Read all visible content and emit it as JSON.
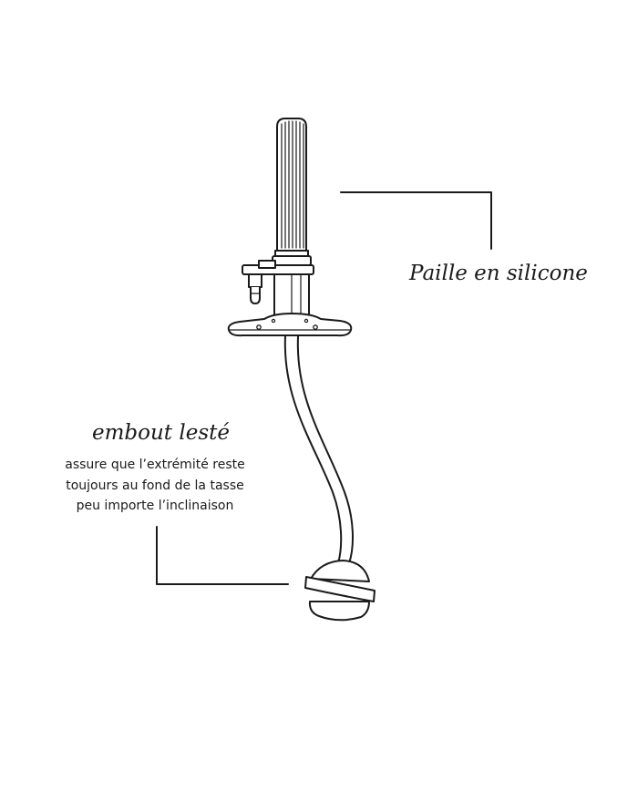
{
  "labels": {
    "straw": "Paille en silicone",
    "tip": "embout lesté",
    "tip_description": [
      "assure que l’extrémité reste",
      "toujours au fond de la tasse",
      "peu importe l’inclinaison"
    ]
  },
  "colors": {
    "line": "#1a1a1a",
    "background": "#ffffff"
  }
}
